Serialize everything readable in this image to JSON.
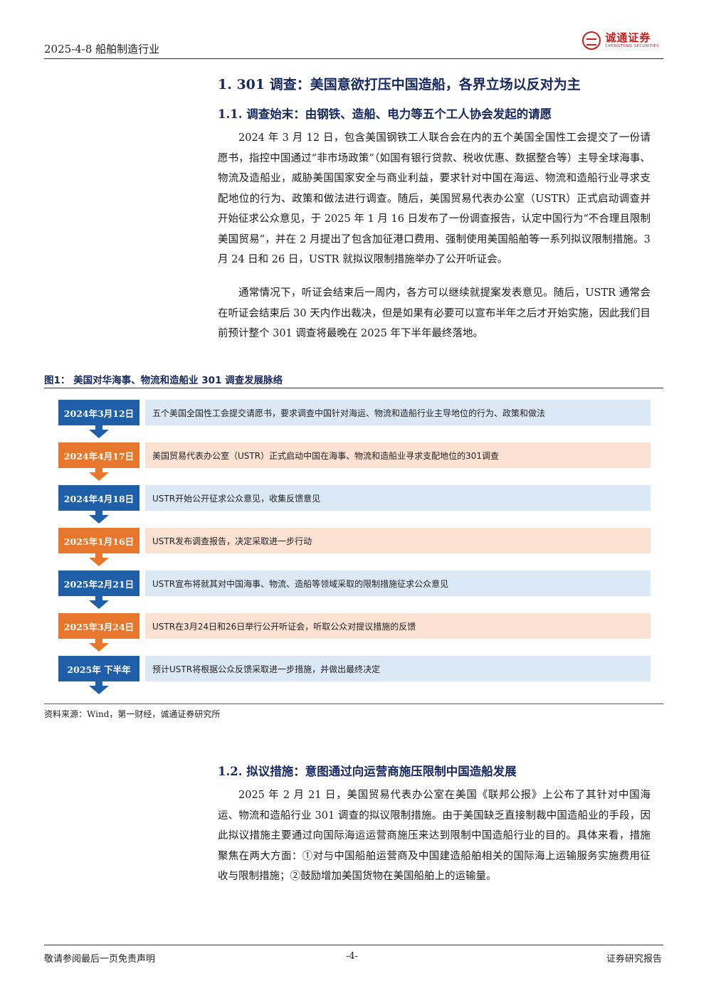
{
  "header": {
    "date_industry": "2025-4-8  船舶制造行业",
    "logo_cn": "诚通证券",
    "logo_en": "CHENGTONG SECURITIES"
  },
  "section1": {
    "title": "1. 301 调查：美国意欲打压中国造船，各界立场以反对为主"
  },
  "section11": {
    "title": "1.1. 调查始末：由钢铁、造船、电力等五个工人协会发起的请愿",
    "para1": "2024 年 3 月 12 日，包含美国钢铁工人联合会在内的五个美国全国性工会提交了一份请愿书，指控中国通过“非市场政策”（如国有银行贷款、税收优惠、数据整合等）主导全球海事、物流及造船业，威胁美国国家安全与商业利益，要求针对中国在海运、物流和造船行业寻求支配地位的行为、政策和做法进行调查。随后，美国贸易代表办公室（USTR）正式启动调查并开始征求公众意见，于 2025 年 1 月 16 日发布了一份调查报告，认定中国行为“不合理且限制美国贸易”，并在 2 月提出了包含加征港口费用、强制使用美国船舶等一系列拟议限制措施。3 月 24 日和 26 日，USTR 就拟议限制措施举办了公开听证会。",
    "para2": "通常情况下，听证会结束后一周内，各方可以继续就提案发表意见。随后，USTR 通常会在听证会结束后 30 天内作出裁决，但是如果有必要可以宣布半年之后才开始实施，因此我们目前预计整个 301 调查将最晚在 2025 年下半年最终落地。"
  },
  "figure1": {
    "title": "图1：  美国对华海事、物流和造船业 301 调查发展脉络",
    "source": "资料来源：Wind，第一财经，诚通证券研究所",
    "events": [
      {
        "date": "2024年3月12日",
        "text": "五个美国全国性工会提交请愿书，要求调查中国针对海运、物流和造船行业主导地位的行为、政策和做法",
        "color": "blue"
      },
      {
        "date": "2024年4月17日",
        "text": "美国贸易代表办公室（USTR）正式启动中国在海事、物流和造船业寻求支配地位的301调查",
        "color": "orange"
      },
      {
        "date": "2024年4月18日",
        "text": "USTR开始公开征求公众意见，收集反馈意见",
        "color": "blue"
      },
      {
        "date": "2025年1月16日",
        "text": "USTR发布调查报告，决定采取进一步行动",
        "color": "orange"
      },
      {
        "date": "2025年2月21日",
        "text": "USTR宣布将就其对中国海事、物流、造船等领域采取的限制措施征求公众意见",
        "color": "blue"
      },
      {
        "date": "2025年3月24日",
        "text": "USTR在3月24日和26日举行公开听证会，听取公众对提议措施的反馈",
        "color": "orange"
      },
      {
        "date": "2025年 下半年",
        "text": "预计USTR将根据公众反馈采取进一步措施，并做出最终决定",
        "color": "blue"
      }
    ],
    "colors": {
      "blue": "#1f5fa8",
      "orange": "#e8772e"
    }
  },
  "section12": {
    "title": "1.2. 拟议措施：意图通过向运营商施压限制中国造船发展",
    "para1": "2025 年 2 月 21 日，美国贸易代表办公室在美国《联邦公报》上公布了其针对中国海运、物流和造船行业 301 调查的拟议限制措施。由于美国缺乏直接制裁中国造船业的手段，因此拟议措施主要通过向国际海运运营商施压来达到限制中国造船行业的目的。具体来看，措施聚焦在两大方面：①对与中国船舶运营商及中国建造船舶相关的国际海上运输服务实施费用征收与限制措施；②鼓励增加美国货物在美国船舶上的运输量。"
  },
  "footer": {
    "left": "敬请参阅最后一页免责声明",
    "page": "-4-",
    "right": "证券研究报告"
  }
}
